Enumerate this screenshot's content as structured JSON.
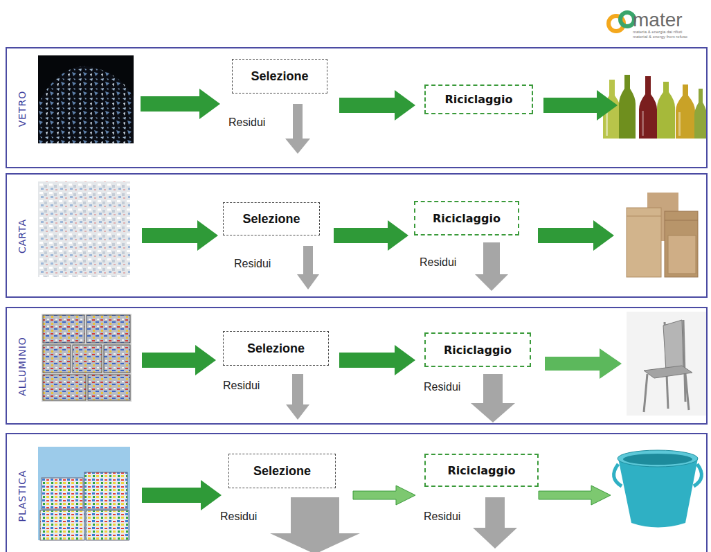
{
  "diagram": {
    "nodes": [
      {
        "text": [
          "VETRO"
        ]
      },
      {
        "text": [
          "Selezione"
        ],
        "in": 0
      },
      {
        "text": [
          "Riciclaggio"
        ],
        "in": 0
      },
      {
        "text": [
          "CARTA"
        ]
      },
      {
        "text": [
          "Selezione"
        ],
        "in": 3
      },
      {
        "text": [
          "Riciclaggio"
        ],
        "in": 3
      },
      {
        "text": [
          "ALLUMINIO"
        ]
      },
      {
        "text": [
          "Selezione"
        ],
        "in": 6
      },
      {
        "text": [
          "Riciclaggio"
        ],
        "in": 6
      },
      {
        "text": [
          "PLASTICA"
        ]
      },
      {
        "text": [
          "Selezione"
        ],
        "in": 9
      },
      {
        "text": [
          "Riciclaggio"
        ],
        "in": 9
      }
    ],
    "edges": [
      {
        "from": 1,
        "to": 2,
        "arrow": "to"
      },
      {
        "from": 4,
        "to": 5,
        "arrow": "to"
      },
      {
        "from": 7,
        "to": 8,
        "arrow": "to"
      },
      {
        "from": 10,
        "to": 11,
        "arrow": "to"
      }
    ],
    "labels": [
      "mater",
      "materia & energia dai rifiuti",
      "material & energy from refuse",
      "Residui",
      "Residui",
      "Residui",
      "Residui",
      "Residui",
      "Residui",
      "Residui"
    ]
  }
}
